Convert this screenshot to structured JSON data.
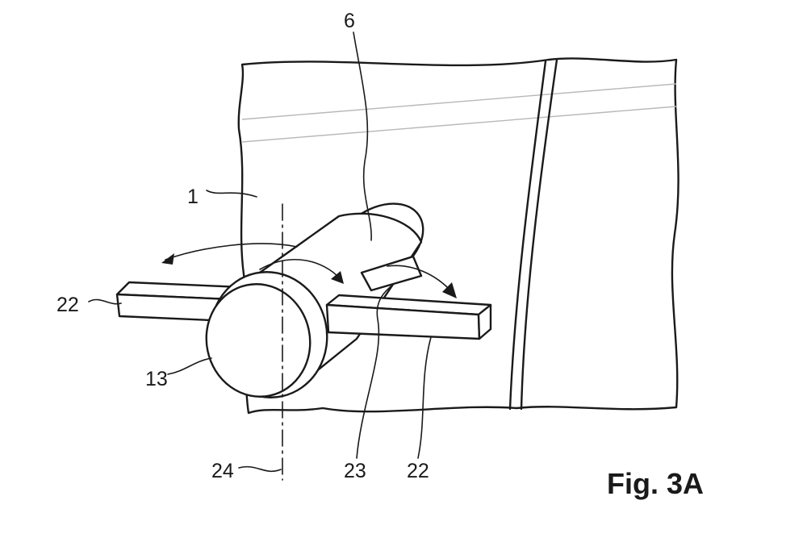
{
  "figure": {
    "caption": "Fig. 3A",
    "labels": {
      "wall": "1",
      "cylinder": "6",
      "cap": "13",
      "bar_left": "22",
      "bar_right": "22",
      "slot": "23",
      "axis": "24"
    }
  }
}
